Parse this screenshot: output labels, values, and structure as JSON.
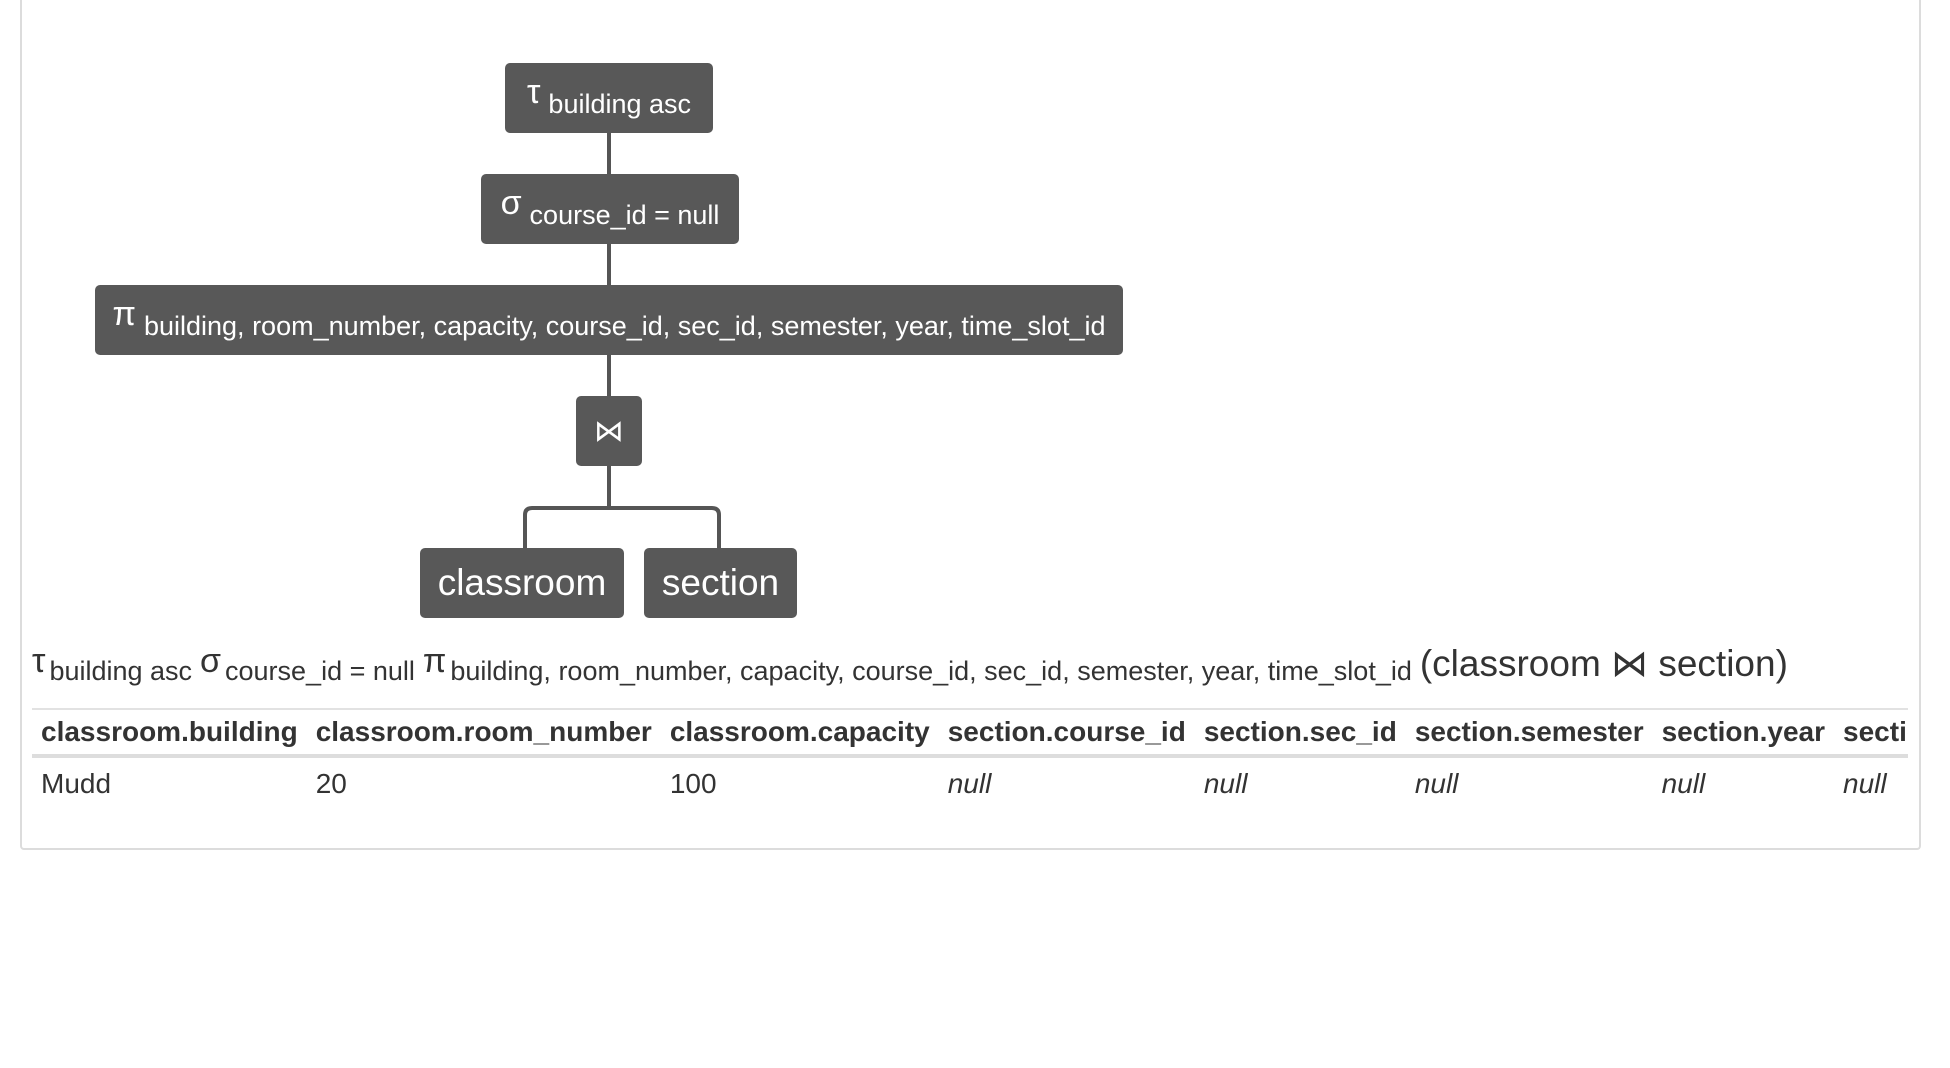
{
  "tree": {
    "sort_node": {
      "operator": "τ",
      "subscript": "building asc"
    },
    "select_node": {
      "operator": "σ",
      "subscript": "course_id = null"
    },
    "project_node": {
      "operator": "π",
      "subscript": "building, room_number, capacity, course_id, sec_id, semester, year, time_slot_id"
    },
    "join_node": {
      "operator": "⋈"
    },
    "leaf_left": {
      "label": "classroom"
    },
    "leaf_right": {
      "label": "section"
    }
  },
  "expression": {
    "sort_op": "τ",
    "sort_sub": "building asc",
    "select_op": "σ",
    "select_sub": "course_id = null",
    "project_op": "π",
    "project_sub": "building, room_number, capacity, course_id, sec_id, semester, year, time_slot_id",
    "relation": "(classroom ⋈ section)"
  },
  "result_table": {
    "columns": [
      "classroom.building",
      "classroom.room_number",
      "classroom.capacity",
      "section.course_id",
      "section.sec_id",
      "section.semester",
      "section.year",
      "section.time_slot_id"
    ],
    "rows": [
      [
        "Mudd",
        "20",
        "100",
        "null",
        "null",
        "null",
        "null",
        "null"
      ]
    ]
  },
  "colors": {
    "node_background": "#585858",
    "node_text": "#ffffff",
    "connector": "#555555"
  }
}
